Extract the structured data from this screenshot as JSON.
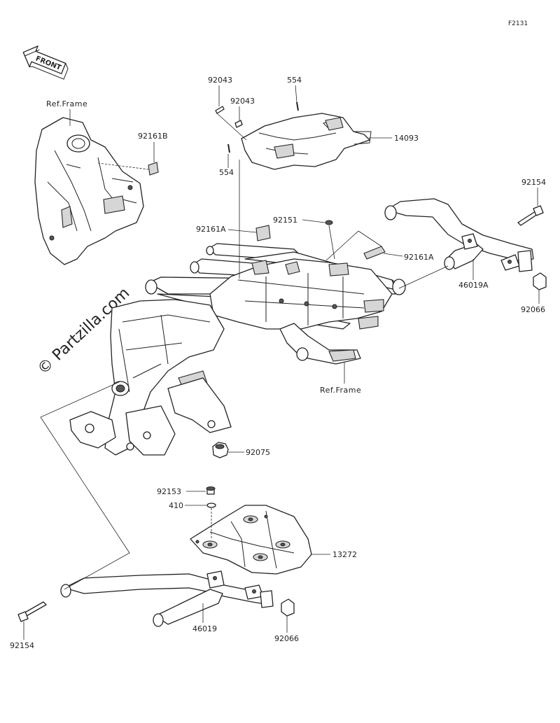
{
  "figure_id": "F2131",
  "front_marker": "FRONT",
  "watermark": "© Partzilla.com",
  "ref_labels": {
    "ref_frame_top": "Ref.Frame",
    "ref_frame_bottom": "Ref.Frame"
  },
  "parts": {
    "p92043_a": "92043",
    "p92043_b": "92043",
    "p554_top": "554",
    "p554_left": "554",
    "p14093": "14093",
    "p92161B": "92161B",
    "p92154_top": "92154",
    "p92161A_left": "92161A",
    "p92151": "92151",
    "p92161A_right": "92161A",
    "p46019A": "46019A",
    "p92066_top": "92066",
    "p92075": "92075",
    "p92153": "92153",
    "p410": "410",
    "p13272": "13272",
    "p92154_bottom": "92154",
    "p46019": "46019",
    "p92066_bottom": "92066"
  }
}
